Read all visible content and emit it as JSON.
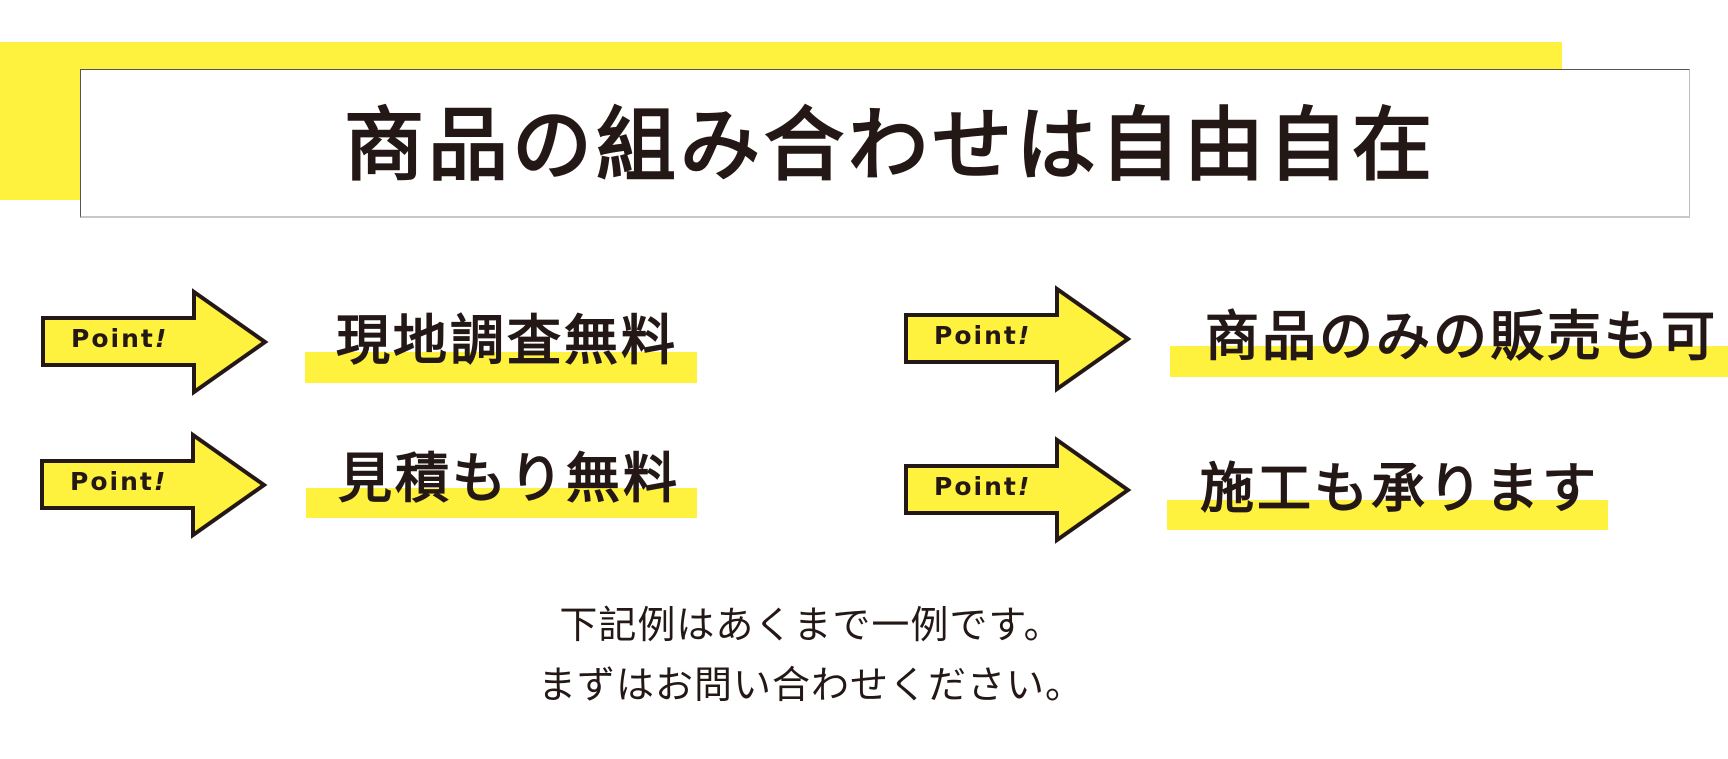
{
  "header": {
    "title": "商品の組み合わせは自由自在"
  },
  "colors": {
    "accent_yellow": "#FFF23F",
    "text": "#231815",
    "arrow_outline": "#231815"
  },
  "points": [
    {
      "badge": "Point",
      "bang": "!",
      "label": "現地調査無料",
      "icon": "arrow-right-icon"
    },
    {
      "badge": "Point",
      "bang": "!",
      "label": "見積もり無料",
      "icon": "arrow-right-icon"
    },
    {
      "badge": "Point",
      "bang": "!",
      "label": "商品のみの販売も可",
      "icon": "arrow-right-icon"
    },
    {
      "badge": "Point",
      "bang": "!",
      "label": "施工も承ります",
      "icon": "arrow-right-icon"
    }
  ],
  "note": {
    "line1": "下記例はあくまで一例です。",
    "line2": "まずはお問い合わせください。"
  }
}
